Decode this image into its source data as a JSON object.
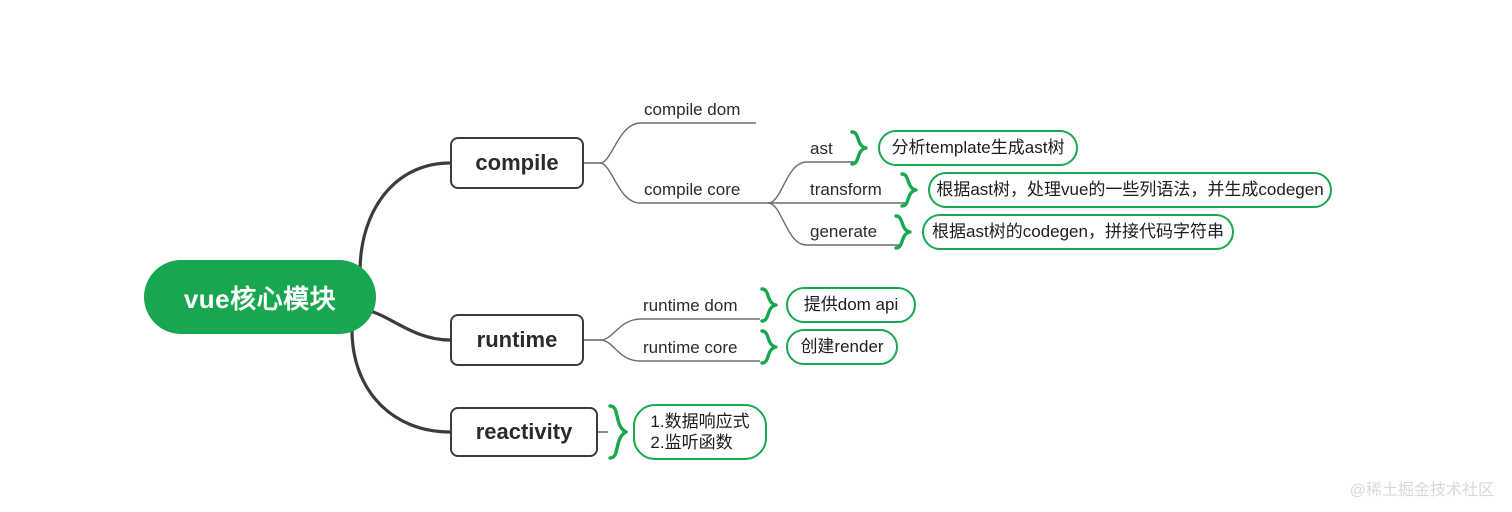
{
  "diagram": {
    "type": "mindmap",
    "title": "vue核心模块",
    "root": {
      "label": "vue核心模块"
    },
    "colors": {
      "root_fill": "#18a650",
      "root_text": "#ffffff",
      "branch_border": "#3c3c3c",
      "bubble_border": "#19a84f",
      "brace": "#19a84f",
      "connector": "#3c3c3c",
      "thin_connector": "#6e6e6e",
      "watermark": "#d8d8d8"
    },
    "branches": [
      {
        "label": "compile",
        "children": [
          {
            "label": "compile dom",
            "leaves": []
          },
          {
            "label": "compile core",
            "leaves": [
              {
                "label": "ast",
                "note": "分析template生成ast树"
              },
              {
                "label": "transform",
                "note": "根据ast树，处理vue的一些列语法，并生成codegen"
              },
              {
                "label": "generate",
                "note": "根据ast树的codegen，拼接代码字符串"
              }
            ]
          }
        ]
      },
      {
        "label": "runtime",
        "children": [
          {
            "label": "runtime dom",
            "note": "提供dom api"
          },
          {
            "label": "runtime core",
            "note": "创建render"
          }
        ]
      },
      {
        "label": "reactivity",
        "note": "1.数据响应式\n2.监听函数"
      }
    ]
  },
  "labels": {
    "compile_dom": "compile dom",
    "compile_core": "compile core",
    "ast": "ast",
    "transform": "transform",
    "generate": "generate",
    "runtime_dom": "runtime dom",
    "runtime_core": "runtime core"
  },
  "bubbles": {
    "ast_note": "分析template生成ast树",
    "transform_note": "根据ast树，处理vue的一些列语法，并生成codegen",
    "generate_note": "根据ast树的codegen，拼接代码字符串",
    "runtime_dom_note": "提供dom api",
    "runtime_core_note": "创建render",
    "reactivity_note": "1.数据响应式\n2.监听函数"
  },
  "watermark": {
    "text": "@稀土掘金技术社区"
  }
}
